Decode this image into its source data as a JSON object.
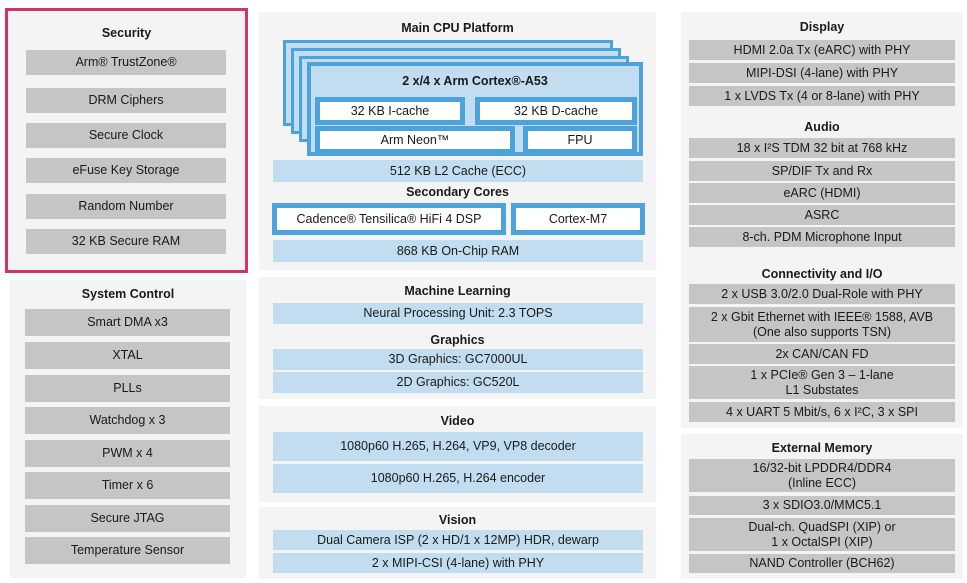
{
  "security": {
    "title": "Security",
    "items": [
      "Arm® TrustZone®",
      "DRM Ciphers",
      "Secure Clock",
      "eFuse Key Storage",
      "Random Number",
      "32 KB Secure RAM"
    ]
  },
  "system_control": {
    "title": "System Control",
    "items": [
      "Smart DMA x3",
      "XTAL",
      "PLLs",
      "Watchdog x 3",
      "PWM x 4",
      "Timer x 6",
      "Secure JTAG",
      "Temperature Sensor"
    ]
  },
  "cpu": {
    "title": "Main CPU Platform",
    "core": "2 x/4 x Arm Cortex®-A53",
    "icache": "32 KB I-cache",
    "dcache": "32 KB D-cache",
    "neon": "Arm Neon™",
    "fpu": "FPU",
    "l2": "512 KB L2 Cache (ECC)"
  },
  "secondary": {
    "title": "Secondary Cores",
    "dsp": "Cadence® Tensilica® HiFi 4 DSP",
    "m7": "Cortex-M7",
    "ram": "868 KB On-Chip RAM"
  },
  "ml": {
    "title": "Machine Learning",
    "npu": "Neural Processing Unit: 2.3 TOPS"
  },
  "graphics": {
    "title": "Graphics",
    "g3d": "3D Graphics: GC7000UL",
    "g2d": "2D Graphics: GC520L"
  },
  "video": {
    "title": "Video",
    "decoder": "1080p60 H.265, H.264, VP9, VP8 decoder",
    "encoder": "1080p60 H.265, H.264 encoder"
  },
  "vision": {
    "title": "Vision",
    "isp": "Dual Camera ISP (2 x HD/1 x 12MP) HDR, dewarp",
    "csi": "2 x MIPI-CSI (4-lane) with PHY"
  },
  "display": {
    "title": "Display",
    "items": [
      "HDMI 2.0a Tx (eARC) with PHY",
      "MIPI-DSI (4-lane) with PHY",
      "1 x LVDS Tx (4 or 8-lane) with PHY"
    ]
  },
  "audio": {
    "title": "Audio",
    "items": [
      "18 x I²S TDM 32 bit at 768 kHz",
      "SP/DIF Tx and Rx",
      "eARC (HDMI)",
      "ASRC",
      "8-ch. PDM Microphone Input"
    ]
  },
  "connectivity": {
    "title": "Connectivity and I/O",
    "items": [
      "2 x USB 3.0/2.0 Dual-Role with PHY",
      "2 x Gbit Ethernet with IEEE® 1588, AVB\n(One also supports TSN)",
      "2x CAN/CAN FD",
      "1 x PCIe® Gen 3 – 1-lane\nL1 Substates",
      "4 x UART 5 Mbit/s, 6 x I²C, 3 x SPI"
    ]
  },
  "memory": {
    "title": "External Memory",
    "items": [
      "16/32-bit LPDDR4/DDR4\n(Inline ECC)",
      "3 x SDIO3.0/MMC5.1",
      "Dual-ch. QuadSPI (XIP) or\n1 x OctalSPI (XIP)",
      "NAND Controller (BCH62)"
    ]
  },
  "colors": {
    "security_border": "#d4336a",
    "panel_bg": "#f4f4f5",
    "gray_box": "#c4c5c7",
    "blue_box": "#c2ddf0",
    "blue_border": "#4ca3dc"
  }
}
